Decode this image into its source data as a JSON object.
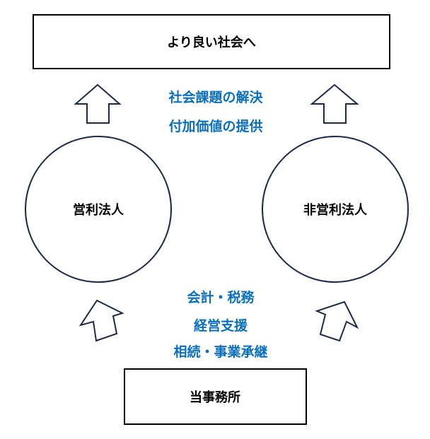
{
  "top_box": {
    "label": "より良い社会へ"
  },
  "bottom_box": {
    "label": "当事務所"
  },
  "circles": [
    {
      "label": "営利法人"
    },
    {
      "label": "非営利法人"
    }
  ],
  "upper_text": [
    "社会課題の解決",
    "付加価値の提供"
  ],
  "lower_text": [
    "会計・税務",
    "経営支援",
    "相続・事業承継"
  ],
  "colors": {
    "accent": "#0a6fbf",
    "stroke": "#1c2a4a"
  }
}
